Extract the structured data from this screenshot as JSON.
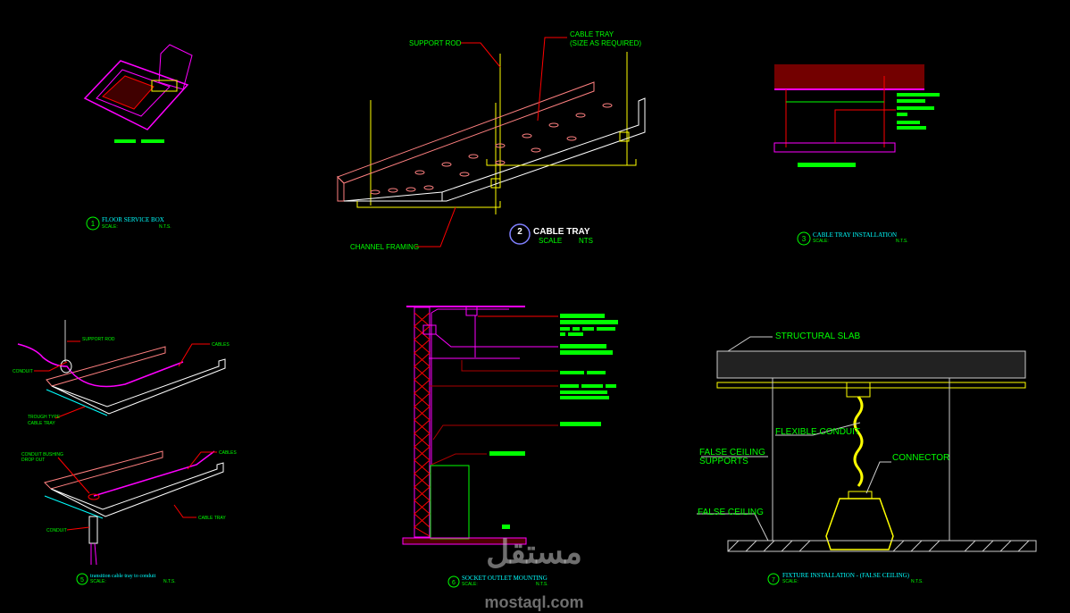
{
  "details": {
    "d1": {
      "num": "1",
      "title": "FLOOR SERVICE BOX",
      "scale": "SCALE:",
      "nts": "N.T.S."
    },
    "d2": {
      "num": "2",
      "title": "CABLE TRAY",
      "scale": "SCALE",
      "nts": "NTS",
      "labels": {
        "support_rod": "SUPPORT ROD",
        "cable_tray": "CABLE TRAY",
        "size": "(SIZE AS REQUIRED)",
        "channel": "CHANNEL FRAMING"
      }
    },
    "d3": {
      "num": "3",
      "title": "CABLE TRAY INSTALLATION",
      "scale": "SCALE:",
      "nts": "N.T.S."
    },
    "d5": {
      "num": "5",
      "title": "transition cable tray to conduit",
      "scale": "SCALE:",
      "nts": "N.T.S.",
      "labels": {
        "support_rod": "SUPPORT ROD",
        "cables1": "CABLES",
        "conduit1": "CONDUIT",
        "trough1": "TROUGH TYPE",
        "trough2": "CABLE TRAY",
        "bushing1": "CONDUIT BUSHING",
        "bushing2": "DROP OUT",
        "cables2": "CABLES",
        "cable_tray": "CABLE TRAY",
        "conduit2": "CONDUIT"
      }
    },
    "d6": {
      "num": "6",
      "title": "SOCKET OUTLET MOUNTING",
      "scale": "SCALE:",
      "nts": "N.T.S."
    },
    "d7": {
      "num": "7",
      "title": "FIXTURE INSTALLATION - (FALSE CEILING)",
      "scale": "SCALE:",
      "nts": "N.T.S.",
      "labels": {
        "slab": "STRUCTURAL SLAB",
        "flex": "FLEXIBLE CONDUIT",
        "supports1": "FALSE CEILING",
        "supports2": "SUPPORTS",
        "connector": "CONNECTOR",
        "ceiling": "FALSE CEILING"
      }
    }
  },
  "watermark": {
    "arabic": "مستقل",
    "latin": "mostaql.com"
  }
}
